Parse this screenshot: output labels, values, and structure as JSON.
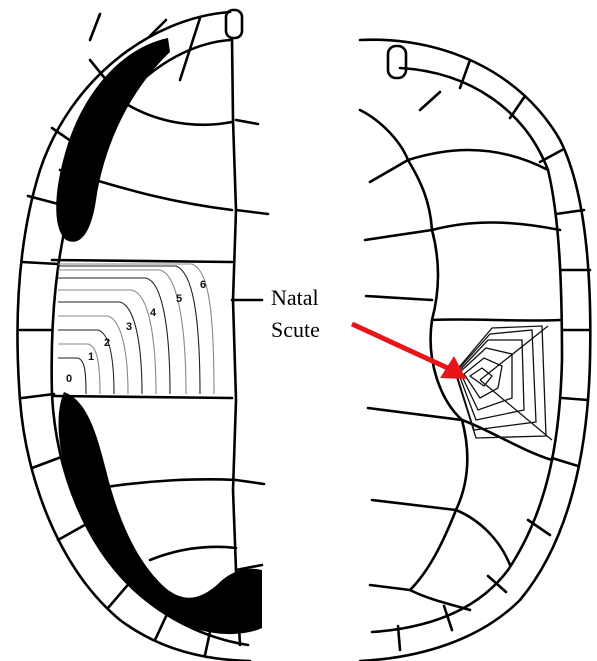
{
  "annotation": {
    "line1": "Natal",
    "line2": "Scute",
    "arrow_color": "#e8141a"
  },
  "growth_rings": [
    "0",
    "1",
    "2",
    "3",
    "4",
    "5",
    "6"
  ],
  "colors": {
    "outline": "#000000",
    "fill": "#000000",
    "ring_gray": "#888888",
    "background": "#ffffff"
  }
}
